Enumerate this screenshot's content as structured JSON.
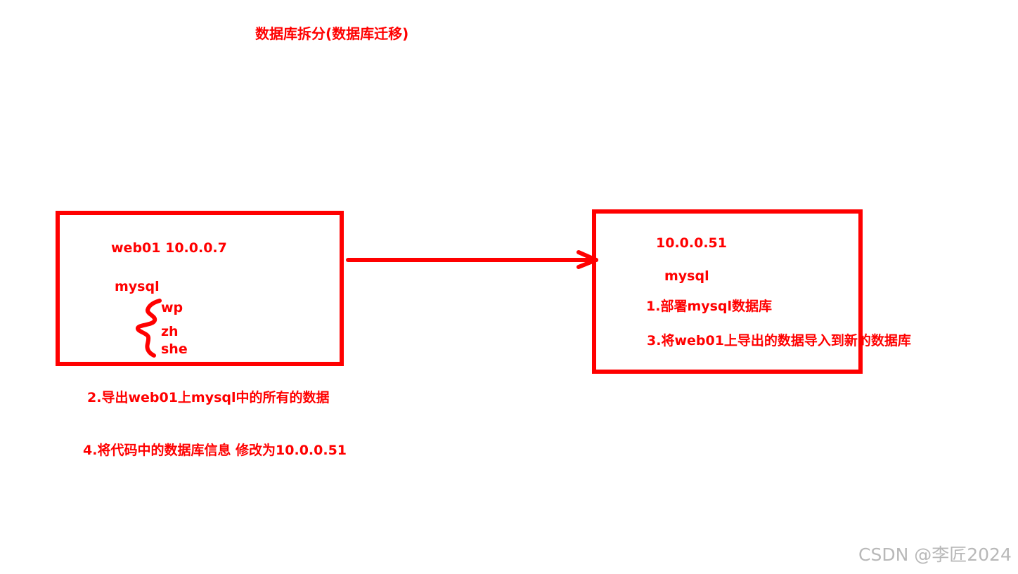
{
  "title": "数据库拆分(数据库迁移)",
  "source": {
    "host_label": "web01  10.0.0.7",
    "service": "mysql",
    "databases": [
      "wp",
      "zh",
      "she"
    ]
  },
  "target": {
    "ip": "10.0.0.51",
    "service": "mysql",
    "step1": "1.部署mysql数据库",
    "step3": "3.将web01上导出的数据导入到新的数据库"
  },
  "steps": {
    "step2": "2.导出web01上mysql中的所有的数据",
    "step4": "4.将代码中的数据库信息 修改为10.0.0.51"
  },
  "watermark": "CSDN @李匠2024",
  "colors": {
    "ink": "#ff0000",
    "watermark": "#b8b8b8",
    "background": "#ffffff"
  }
}
